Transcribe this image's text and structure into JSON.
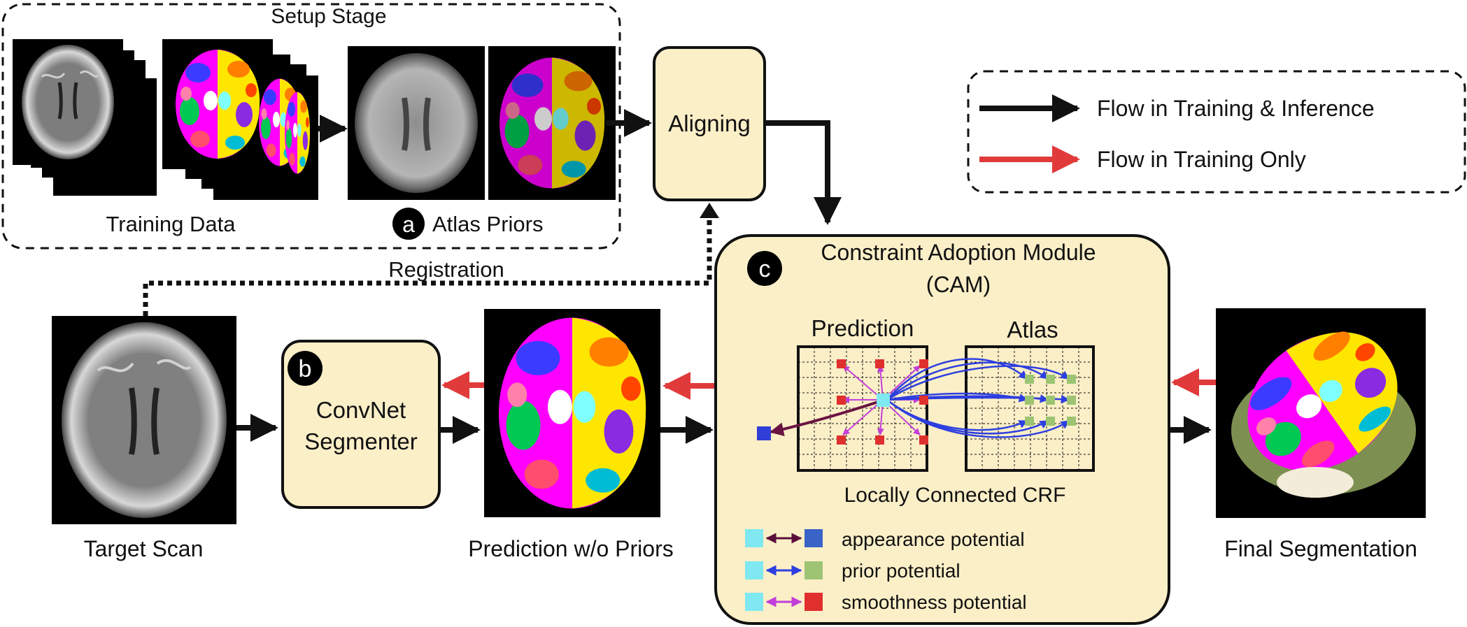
{
  "setup": {
    "title": "Setup Stage",
    "training_data_label": "Training Data",
    "atlas_badge": "a",
    "atlas_priors_label": "Atlas Priors"
  },
  "aligning": {
    "label": "Aligning"
  },
  "registration": {
    "label": "Registration"
  },
  "legend": {
    "training_inference": "Flow in Training & Inference",
    "training_only": "Flow in Training Only"
  },
  "target_scan": {
    "label": "Target Scan"
  },
  "convnet": {
    "badge": "b",
    "line1": "ConvNet",
    "line2": "Segmenter"
  },
  "prediction_without_priors": {
    "label": "Prediction w/o Priors"
  },
  "cam": {
    "badge": "c",
    "title_line1": "Constraint Adoption Module",
    "title_line2": "(CAM)",
    "prediction_grid_label": "Prediction",
    "atlas_grid_label": "Atlas",
    "crf_label": "Locally Connected CRF",
    "potentials": [
      {
        "label": "appearance potential",
        "arrow_color": "#5a0f3a",
        "box_color": "#3a63c8"
      },
      {
        "label": "prior potential",
        "arrow_color": "#2d3fe0",
        "box_color": "#9cc472"
      },
      {
        "label": "smoothness potential",
        "arrow_color": "#c23fd9",
        "box_color": "#e0302e"
      }
    ]
  },
  "final_segmentation": {
    "label": "Final Segmentation"
  },
  "colors": {
    "panel_fill": "#fbefc8",
    "black_flow": "#111111",
    "red_flow": "#e03a3a",
    "center_node": "#7fe8f0",
    "appearance_node": "#2f3fd8",
    "prior_node": "#9cc472",
    "smooth_node": "#e0302e"
  }
}
